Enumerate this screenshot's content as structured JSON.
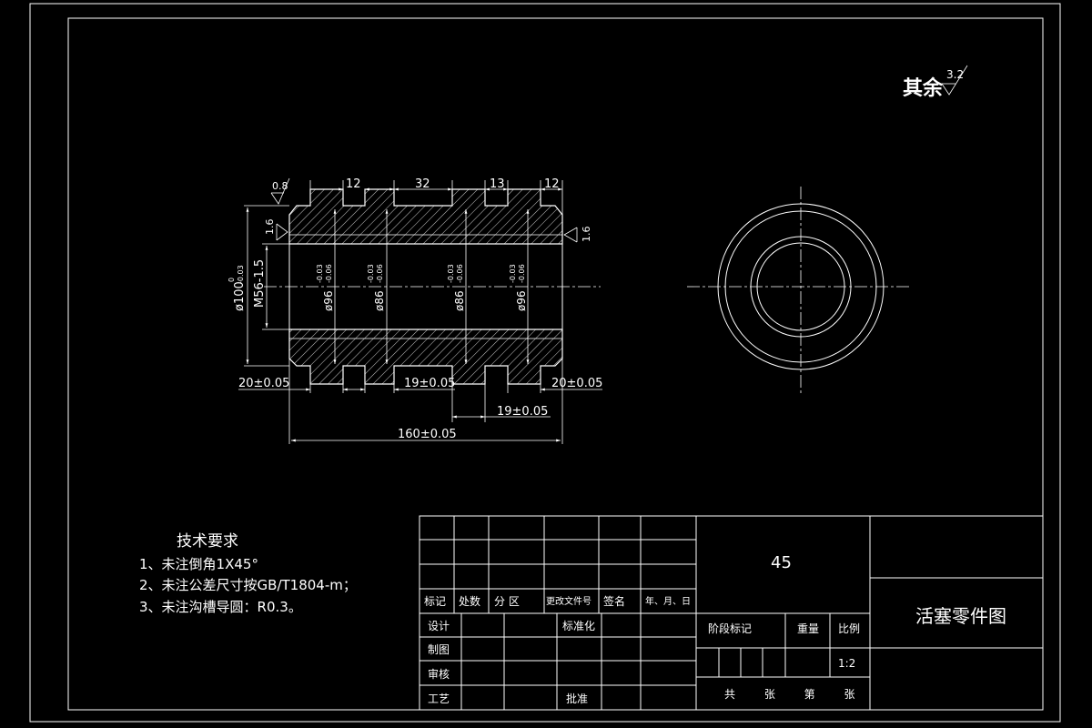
{
  "colors": {
    "background": "#000000",
    "line": "#ffffff"
  },
  "roughness": {
    "rest_label": "其余",
    "rest_value": "3.2",
    "face_left": "0.8",
    "bore_left": "1.6",
    "bore_right": "1.6"
  },
  "dims": {
    "top": [
      "12",
      "32",
      "13",
      "12"
    ],
    "diameters": [
      "ø100",
      "M56-1.5",
      "ø96",
      "ø86",
      "ø86",
      "ø96"
    ],
    "tol_outer": {
      "upper": "0",
      "lower": "-0.03"
    },
    "tol_groove": {
      "upper": "-0.03",
      "lower": "-0.06"
    },
    "bottom_left": "20±0.05",
    "bottom_mid": "19±0.05",
    "bottom_right": "20±0.05",
    "bottom_lower": "19±0.05",
    "overall": "160±0.05"
  },
  "tech": {
    "title": "技术要求",
    "items": [
      "1、未注倒角1X45°",
      "2、未注公差尺寸按GB/T1804-m；",
      "3、未注沟槽导圆：R0.3。"
    ]
  },
  "title_block": {
    "material": "45",
    "drawing_title": "活塞零件图",
    "rev_headers": [
      "标记",
      "处数",
      "分 区",
      "更改文件号",
      "签名",
      "年、月、日"
    ],
    "roles": [
      "设计",
      "制图",
      "审核",
      "工艺"
    ],
    "standardize": "标准化",
    "approve": "批准",
    "stage_mark": "阶段标记",
    "weight": "重量",
    "scale_label": "比例",
    "scale": "1:2",
    "sheets": "共 张 第 张"
  }
}
